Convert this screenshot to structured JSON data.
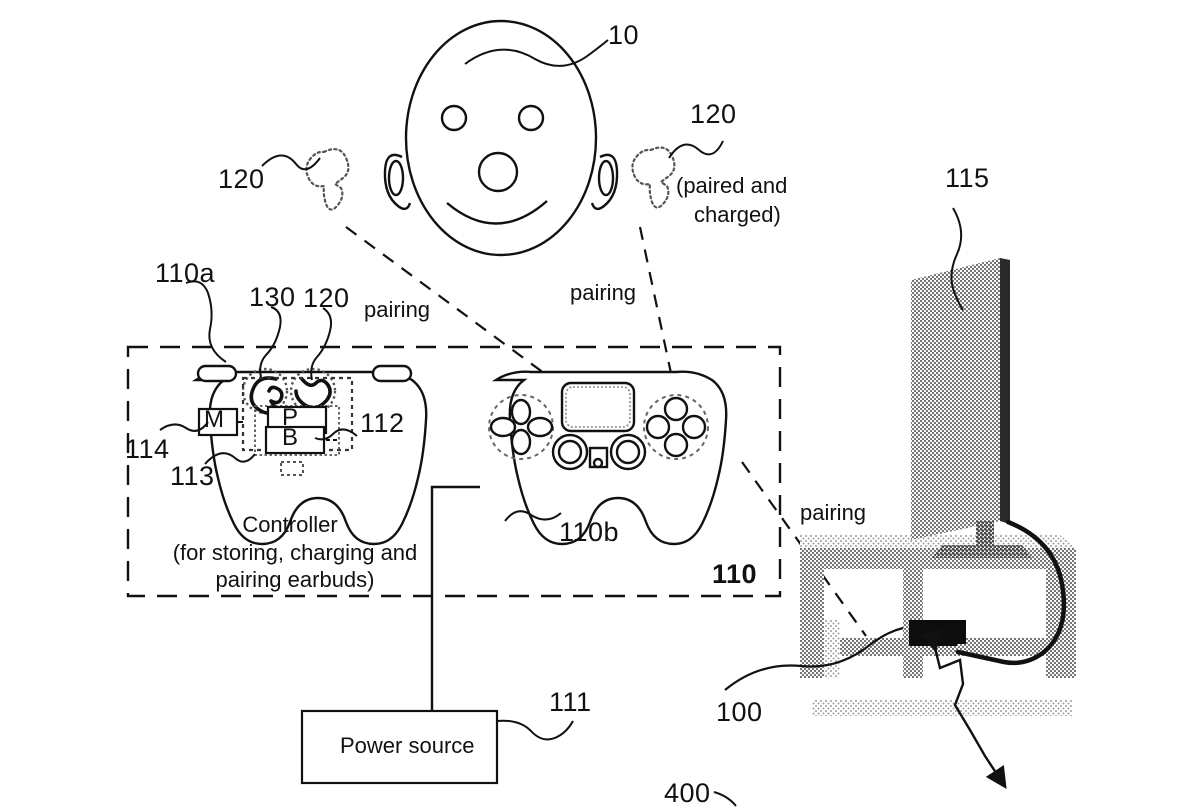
{
  "figure": {
    "type": "patent-diagram",
    "title_visible": false,
    "background": "#ffffff",
    "ink_color": "#111111",
    "shade_color": "#9a9a9a"
  },
  "reference_numerals": {
    "head": "10",
    "system_enclosure": "110",
    "controller_a": "110a",
    "controller_b": "110b",
    "power_source": "111",
    "pairing_module": "112",
    "battery_module": "113",
    "memory_module": "114",
    "display": "115",
    "earbud": "120",
    "earbud_well": "130",
    "console": "100",
    "scene": "400"
  },
  "labels": {
    "head": "10",
    "earbud_left": "120",
    "earbud_right": "120",
    "paired_and_charged_line1": "(paired and",
    "paired_and_charged_line2": "charged)",
    "pairing_left": "pairing",
    "pairing_mid": "pairing",
    "pairing_right": "pairing",
    "controller_a": "110a",
    "earbud_well": "130",
    "earbud_in_controller": "120",
    "module_112": "112",
    "module_113": "113",
    "module_114": "114",
    "controller_caption_line1": "Controller",
    "controller_caption_line2": "(for storing, charging and",
    "controller_caption_line3": "pairing earbuds)",
    "controller_b": "110b",
    "system_enclosure": "110",
    "power_source_box": "Power source",
    "power_source_num": "111",
    "display": "115",
    "console": "100",
    "scene": "400",
    "memory_glyph": "M",
    "pairing_glyph": "P",
    "battery_glyph": "B"
  },
  "components": [
    {
      "name": "user-head",
      "ref": "10",
      "kind": "line-drawing"
    },
    {
      "name": "earbud-left-detached",
      "ref": "120",
      "kind": "dotted-outline"
    },
    {
      "name": "earbud-right-detached",
      "ref": "120",
      "kind": "dotted-outline",
      "note": "(paired and charged)"
    },
    {
      "name": "controller-a",
      "ref": "110a",
      "kind": "line-drawing",
      "caption": "Controller (for storing, charging and pairing earbuds)"
    },
    {
      "name": "earbud-well",
      "ref": "130",
      "kind": "dotted-circle"
    },
    {
      "name": "earbud-stored",
      "ref": "120",
      "kind": "line-drawing"
    },
    {
      "name": "memory-module",
      "ref": "114",
      "glyph": "M"
    },
    {
      "name": "pairing-module",
      "ref": "112",
      "glyph": "P"
    },
    {
      "name": "battery-module",
      "ref": "113",
      "glyph": "B"
    },
    {
      "name": "controller-b",
      "ref": "110b",
      "kind": "line-drawing"
    },
    {
      "name": "power-source",
      "ref": "111",
      "kind": "box",
      "label": "Power source"
    },
    {
      "name": "television",
      "ref": "115",
      "kind": "halftone-shaded"
    },
    {
      "name": "game-console",
      "ref": "100",
      "kind": "solid-black"
    },
    {
      "name": "table",
      "kind": "halftone-shaded"
    }
  ],
  "connections": [
    {
      "from": "controller-a",
      "to": "user-head",
      "style": "dashed",
      "label": "pairing"
    },
    {
      "from": "controller-b",
      "to": "user-head",
      "style": "dashed",
      "label": "pairing"
    },
    {
      "from": "controller-b",
      "to": "game-console",
      "style": "dashed",
      "label": "pairing"
    },
    {
      "from": "controller-b",
      "to": "power-source",
      "style": "solid",
      "label": ""
    },
    {
      "from": "game-console",
      "to": "television",
      "style": "solid-cable",
      "label": ""
    }
  ]
}
